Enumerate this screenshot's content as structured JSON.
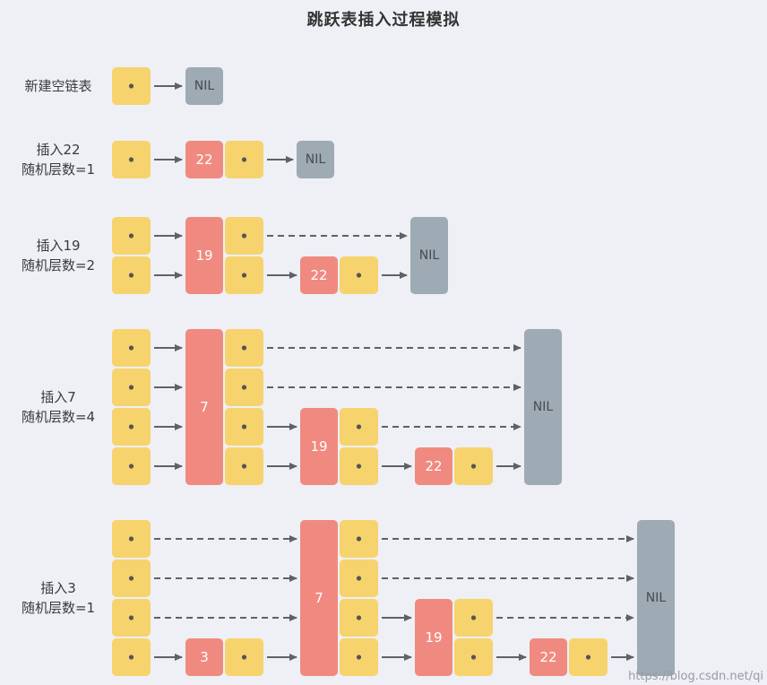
{
  "title": "跳跃表插入过程模拟",
  "watermark": "https://blog.csdn.net/qi",
  "colors": {
    "pointer": "#f7d36e",
    "node": "#f08a80",
    "nil": "#9eaab4",
    "arrow": "#5f6166",
    "dot": "#555555",
    "text_light": "#ffffff",
    "nil_text": "#454c52"
  },
  "nil_label": "NIL",
  "steps": [
    {
      "id": "new-empty-list",
      "label_line1": "新建空链表",
      "label_line2": "",
      "levels": 1,
      "nodes": []
    },
    {
      "id": "insert-22",
      "label_line1": "插入22",
      "label_line2": "随机层数=1",
      "levels": 1,
      "nodes": [
        {
          "value": "22",
          "height": 1
        }
      ]
    },
    {
      "id": "insert-19",
      "label_line1": "插入19",
      "label_line2": "随机层数=2",
      "levels": 2,
      "nodes": [
        {
          "value": "19",
          "height": 2
        },
        {
          "value": "22",
          "height": 1
        }
      ]
    },
    {
      "id": "insert-7",
      "label_line1": "插入7",
      "label_line2": "随机层数=4",
      "levels": 4,
      "nodes": [
        {
          "value": "7",
          "height": 4
        },
        {
          "value": "19",
          "height": 2
        },
        {
          "value": "22",
          "height": 1
        }
      ]
    },
    {
      "id": "insert-3",
      "label_line1": "插入3",
      "label_line2": "随机层数=1",
      "levels": 4,
      "nodes": [
        {
          "value": "3",
          "height": 1
        },
        {
          "value": "7",
          "height": 4
        },
        {
          "value": "19",
          "height": 2
        },
        {
          "value": "22",
          "height": 1
        }
      ]
    }
  ]
}
